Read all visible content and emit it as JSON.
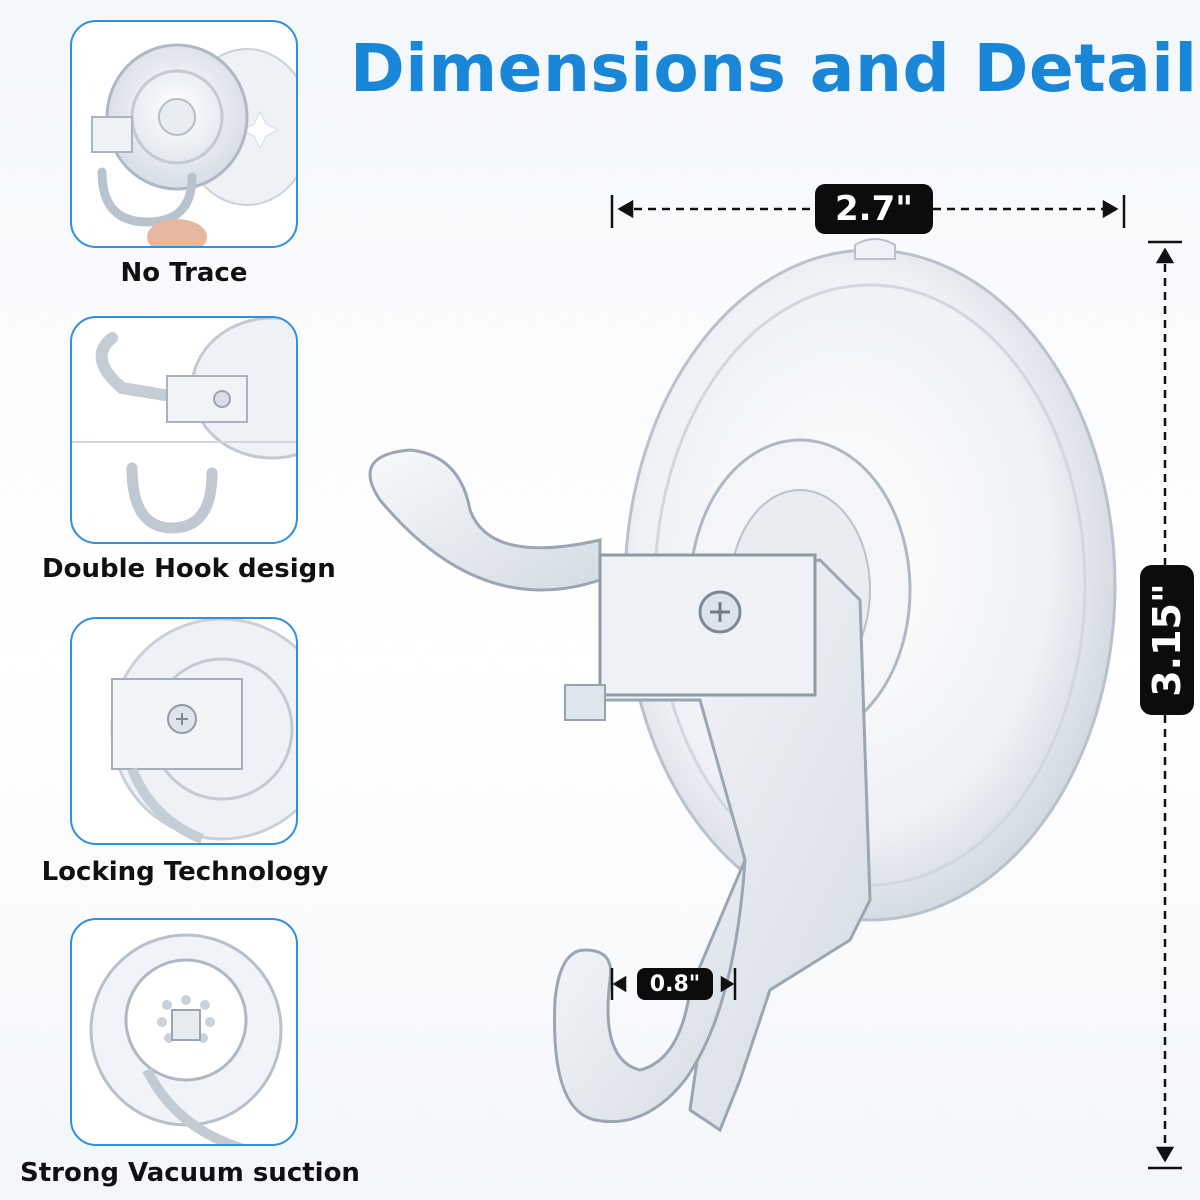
{
  "title": "Dimensions and Details",
  "features": [
    {
      "label": "No Trace",
      "icon": "suction-cup-icon"
    },
    {
      "label": "Double Hook design",
      "icon": "double-hook-icon"
    },
    {
      "label": "Locking Technology",
      "icon": "lock-screw-icon"
    },
    {
      "label": "Strong Vacuum suction",
      "icon": "vacuum-suction-icon"
    }
  ],
  "dimensions": {
    "width": "2.7\"",
    "height": "3.15\"",
    "hook_opening": "0.8\""
  },
  "colors": {
    "accent": "#1a86d8",
    "border": "#2f8fe0",
    "badge": "#0c0c0c"
  }
}
